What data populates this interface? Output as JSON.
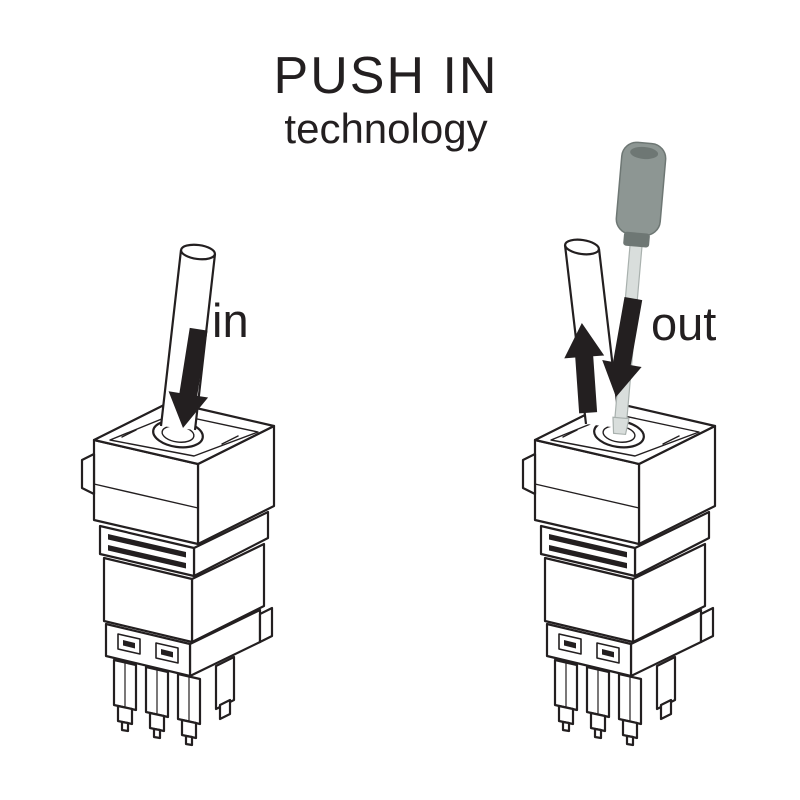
{
  "title": {
    "line1": "PUSH IN",
    "line2": "technology"
  },
  "panels": {
    "in": {
      "label": "in"
    },
    "out": {
      "label": "out"
    }
  },
  "icons": {
    "insert_arrow": "thick-arrow-down",
    "release_arrow_up": "thick-arrow-up",
    "release_arrow_down": "thick-arrow-down",
    "tool": "screwdriver",
    "subject": "push-in-terminal-connector"
  },
  "colors": {
    "ink": "#231f20",
    "paper": "#ffffff",
    "handle": "#8d9693",
    "handle-dark": "#6e7774",
    "shaft": "#d9dedc",
    "shaft-edge": "#a9b1ae"
  }
}
